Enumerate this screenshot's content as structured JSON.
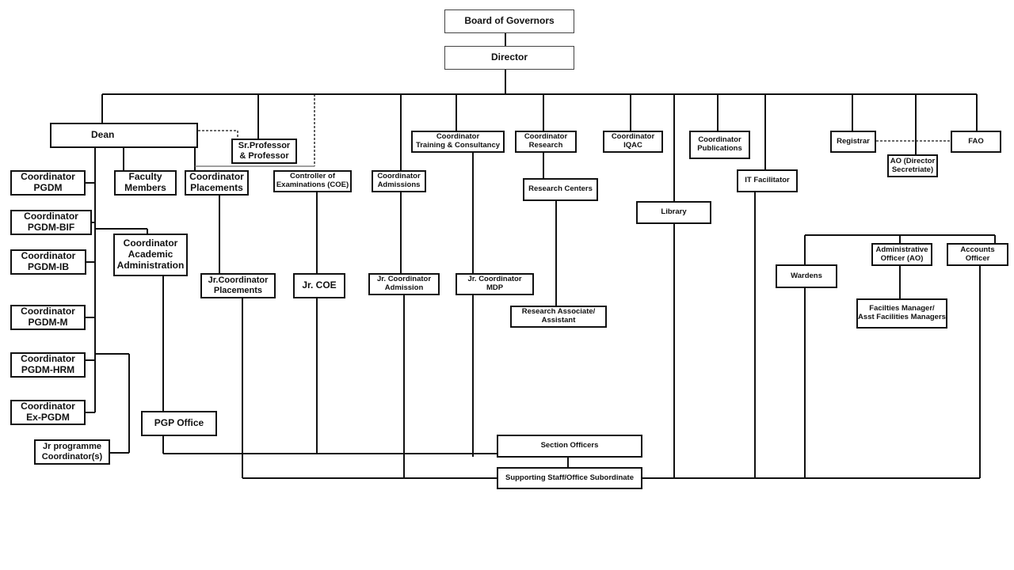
{
  "nodes": {
    "board": "Board of Governors",
    "director": "Director",
    "dean": "Dean",
    "sr_professor": "Sr.Professor\n& Professor",
    "faculty_members": "Faculty\nMembers",
    "coord_placements": "Coordinator\nPlacements",
    "coe": "Controller of\nExaminations (COE)",
    "coord_admissions": "Coordinator\nAdmissions",
    "coord_training": "Coordinator\nTraining & Consultancy",
    "coord_research": "Coordinator\nResearch",
    "coord_iqac": "Coordinator\nIQAC",
    "coord_publications": "Coordinator\nPublications",
    "registrar": "Registrar",
    "fao": "FAO",
    "ao_director": "AO (Director\nSecretriate)",
    "it_facilitator": "IT Facilitator",
    "library": "Library",
    "research_centers": "Research Centers",
    "coord_pgdm": "Coordinator\nPGDM",
    "coord_pgdm_bif": "Coordinator\nPGDM-BIF",
    "coord_pgdm_ib": "Coordinator\nPGDM-IB",
    "coord_pgdm_m": "Coordinator\nPGDM-M",
    "coord_pgdm_hrm": "Coordinator\nPGDM-HRM",
    "coord_ex_pgdm": "Coordinator\nEx-PGDM",
    "jr_programme": "Jr programme\nCoordinator(s)",
    "coord_academic_admin": "Coordinator\nAcademic\nAdministration",
    "jr_coord_placements": "Jr.Coordinator\nPlacements",
    "jr_coe": "Jr. COE",
    "jr_coord_admission": "Jr. Coordinator\nAdmission",
    "jr_coord_mdp": "Jr. Coordinator\nMDP",
    "research_associate": "Research Associate/\nAssistant",
    "wardens": "Wardens",
    "administrative_officer": "Administrative\nOfficer (AO)",
    "accounts_officer": "Accounts Officer",
    "facilities_manager": "Facilties Manager/\nAsst Facilities Managers",
    "pgp_office": "PGP Office",
    "section_officers": "Section Officers",
    "supporting_staff": "Supporting Staff/Office Subordinate"
  },
  "colors": {
    "line": "#111111",
    "box_border": "#111111"
  }
}
